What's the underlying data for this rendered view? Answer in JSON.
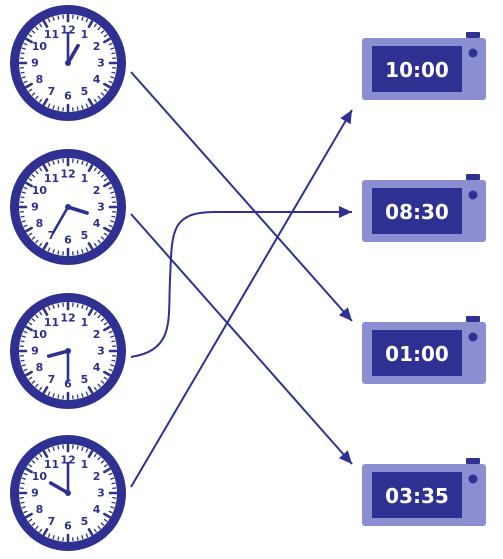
{
  "colors": {
    "primary": "#2e3192",
    "device_body": "#8b8fd2",
    "screen_text": "#ffffff",
    "background": "#ffffff"
  },
  "clock_numerals": [
    "12",
    "1",
    "2",
    "3",
    "4",
    "5",
    "6",
    "7",
    "8",
    "9",
    "10",
    "11"
  ],
  "clocks": [
    {
      "name": "clock-1",
      "time": "1:00"
    },
    {
      "name": "clock-2",
      "time": "3:35"
    },
    {
      "name": "clock-3",
      "time": "8:30"
    },
    {
      "name": "clock-4",
      "time": "10:00"
    }
  ],
  "displays": [
    {
      "name": "display-1",
      "text": "10:00"
    },
    {
      "name": "display-2",
      "text": "08:30"
    },
    {
      "name": "display-3",
      "text": "01:00"
    },
    {
      "name": "display-4",
      "text": "03:35"
    }
  ],
  "matches": [
    {
      "clock": 0,
      "display": 2
    },
    {
      "clock": 1,
      "display": 3
    },
    {
      "clock": 2,
      "display": 1
    },
    {
      "clock": 3,
      "display": 0
    }
  ]
}
